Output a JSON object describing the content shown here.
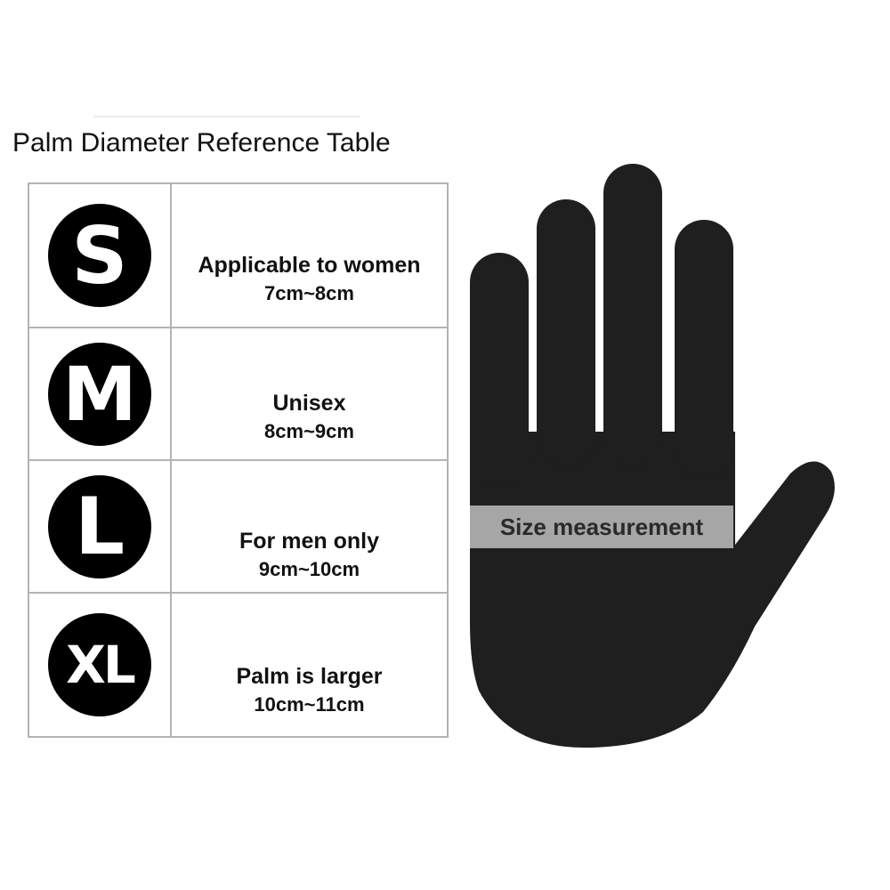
{
  "title": "Palm Diameter Reference Table",
  "sizes": [
    {
      "code": "S",
      "label": "Applicable to women",
      "range": "7cm~8cm"
    },
    {
      "code": "M",
      "label": "Unisex",
      "range": "8cm~9cm"
    },
    {
      "code": "L",
      "label": "For men only",
      "range": "9cm~10cm"
    },
    {
      "code": "XL",
      "label": "Palm is larger",
      "range": "10cm~11cm"
    }
  ],
  "hand": {
    "icon": "hand-icon",
    "measurement_label": "Size measurement"
  },
  "colors": {
    "hand": "#1f1f1f",
    "badge": "#000000",
    "band": "#a6a6a6",
    "table_border": "#b3b3b3"
  }
}
